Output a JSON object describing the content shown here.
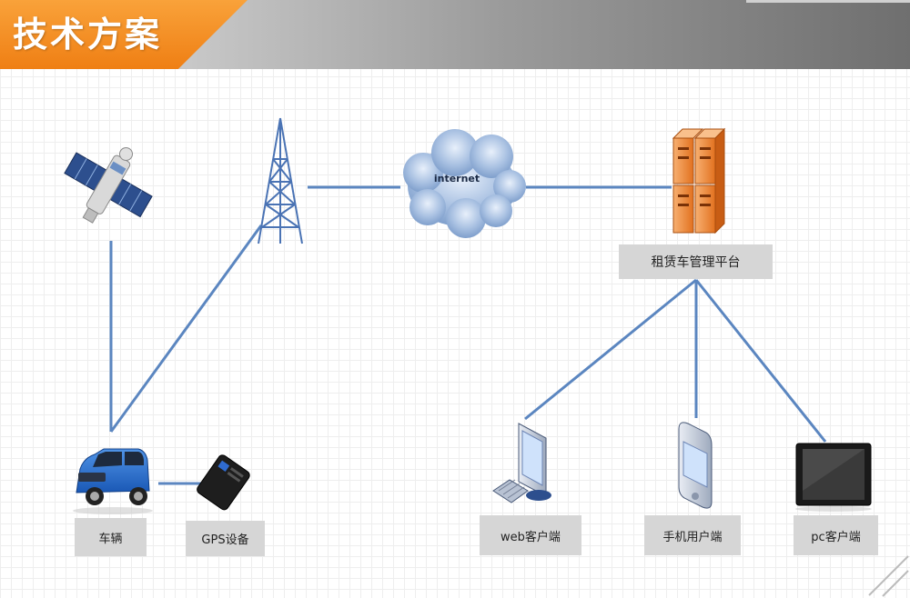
{
  "header": {
    "title": "技术方案"
  },
  "network": {
    "cloud_label": "internet"
  },
  "labels": {
    "platform": "租赁车管理平台",
    "vehicle": "车辆",
    "gps": "GPS设备",
    "web_client": "web客户端",
    "mobile_client": "手机用户端",
    "pc_client": "pc客户端"
  },
  "colors": {
    "accent_orange": "#ef7f14",
    "link_line": "#5b86c0",
    "label_box": "#d6d6d6"
  }
}
